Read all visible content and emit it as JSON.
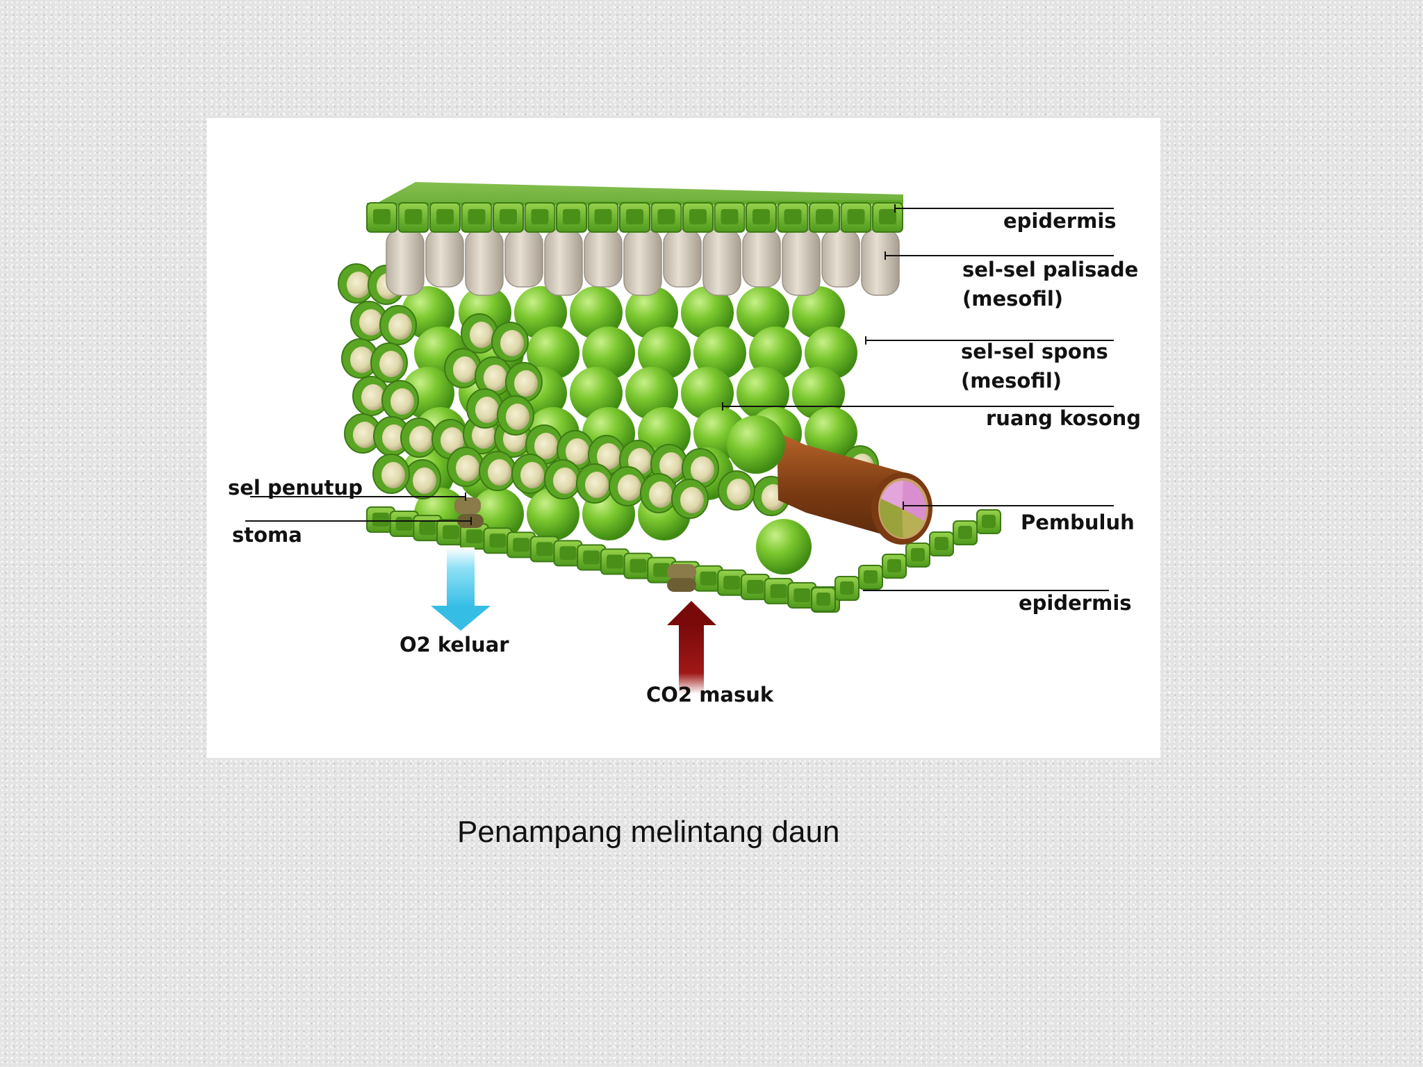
{
  "labels": {
    "epidermis_top": "epidermis",
    "palisade_line1": "sel-sel palisade",
    "palisade_line2": "(mesofil)",
    "spons_line1": "sel-sel spons",
    "spons_line2": "(mesofil)",
    "ruang_kosong": "ruang kosong",
    "sel_penutup": "sel penutup",
    "stoma": "stoma",
    "pembuluh": "Pembuluh",
    "epidermis_bottom": "epidermis",
    "o2_keluar": "O2 keluar",
    "co2_masuk": "CO2 masuk"
  },
  "caption": "Penampang melintang daun",
  "colors": {
    "epidermis": "#6cb52e",
    "palisade": "#d8d0c2",
    "spongy": "#66bf28",
    "vessel_wood": "#8b4513",
    "phloem": "#d98fcf",
    "xylem": "#9aa23c",
    "o2_arrow": "#4cc8ea",
    "co2_arrow": "#8b0f0f"
  }
}
